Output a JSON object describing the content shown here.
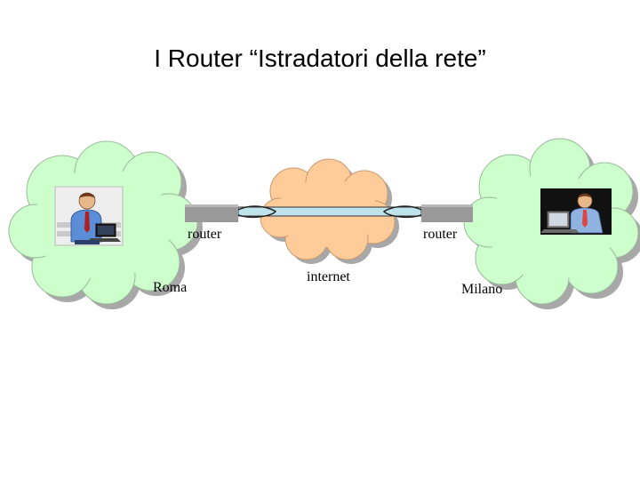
{
  "title": "I Router “Istradatori della rete”",
  "labels": {
    "router_left": "router",
    "router_right": "router",
    "internet": "internet",
    "roma": "Roma",
    "milano": "Milano"
  },
  "colors": {
    "lan_cloud": "#ccffcc",
    "internet_cloud": "#ffcc99",
    "cloud_shadow": "#999999",
    "router": "#999999",
    "cable": "#bfe3ea"
  },
  "icons": {
    "left_user": "man-with-laptop-icon",
    "right_user": "man-at-laptop-icon"
  }
}
